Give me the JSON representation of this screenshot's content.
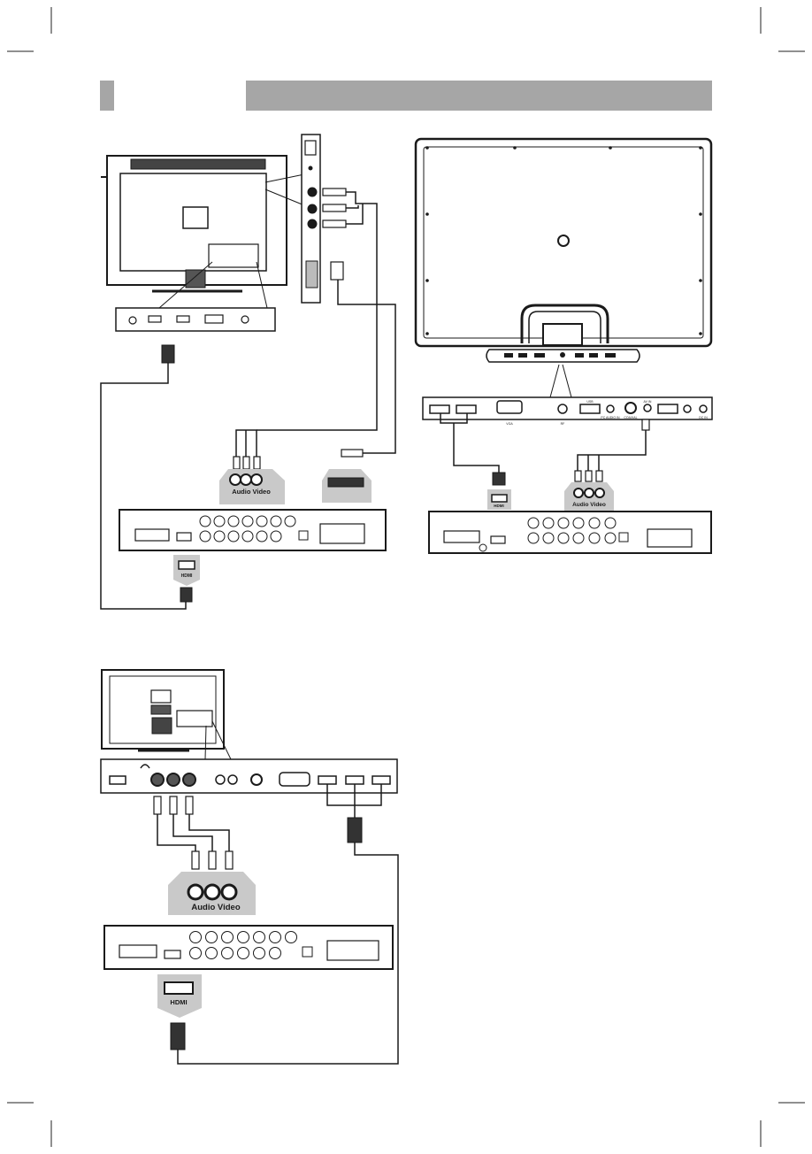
{
  "labels": {
    "hdmi": "HDMI",
    "audio_video": "Audio Video",
    "vga": "VGA",
    "usb": "USB",
    "rf": "RF",
    "pc_audio_in": "PC AUDIO IN",
    "coaxial": "COAXIAL",
    "av_in": "AV IN",
    "dc_in": "DC IN"
  },
  "colors": {
    "ink": "#1a1a1a",
    "gray_band": "#a6a6a6",
    "bubble": "#c9c9c9",
    "panel_fill": "#ffffff"
  },
  "diagrams": [
    {
      "id": "tv-a",
      "connections": [
        "hdmi",
        "audio-video",
        "scart"
      ]
    },
    {
      "id": "tv-b",
      "connections": [
        "hdmi",
        "audio-video"
      ]
    },
    {
      "id": "tv-c",
      "connections": [
        "hdmi",
        "audio-video"
      ]
    }
  ]
}
